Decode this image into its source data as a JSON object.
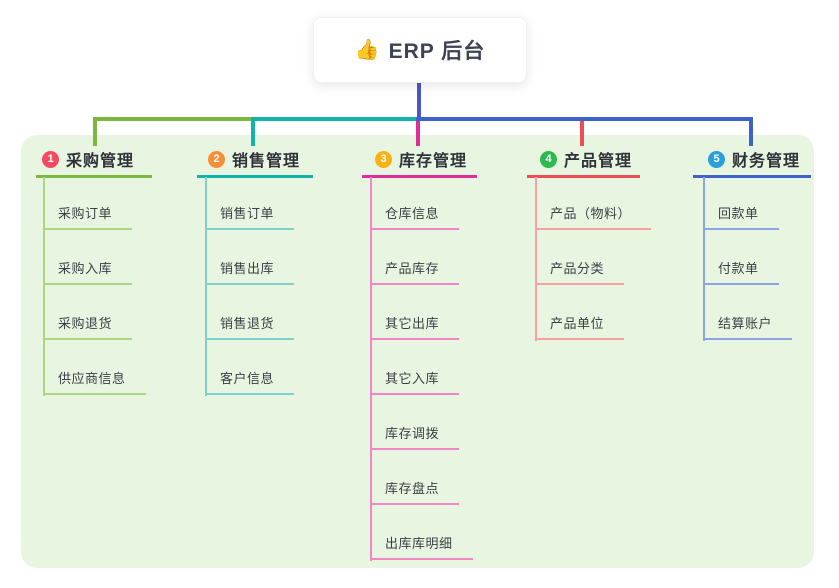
{
  "root": {
    "icon": "👍",
    "title": "ERP 后台"
  },
  "colors": {
    "panel_bg": "#e8f6e1",
    "trunk": "#4a55ce",
    "card_bg": "#ffffff",
    "title_text": "#303239",
    "child_text": "#3b3e45"
  },
  "branches": [
    {
      "number": "1",
      "title": "采购管理",
      "color": "#7cb83e",
      "light_color": "#aed581",
      "badge_color": "#f7495f",
      "children": [
        "采购订单",
        "采购入库",
        "采购退货",
        "供应商信息"
      ]
    },
    {
      "number": "2",
      "title": "销售管理",
      "color": "#11b3ab",
      "light_color": "#7fd0ca",
      "badge_color": "#f98e38",
      "children": [
        "销售订单",
        "销售出库",
        "销售退货",
        "客户信息"
      ]
    },
    {
      "number": "3",
      "title": "库存管理",
      "color": "#e12d9c",
      "light_color": "#f086c5",
      "badge_color": "#f9b113",
      "children": [
        "仓库信息",
        "产品库存",
        "其它出库",
        "其它入库",
        "库存调拨",
        "库存盘点",
        "出库库明细"
      ]
    },
    {
      "number": "4",
      "title": "产品管理",
      "color": "#f24b53",
      "light_color": "#f7a1a4",
      "badge_color": "#2eb850",
      "children": [
        "产品（物料）",
        "产品分类",
        "产品单位"
      ]
    },
    {
      "number": "5",
      "title": "财务管理",
      "color": "#3d62cc",
      "light_color": "#8ca4e2",
      "badge_color": "#29a0dc",
      "children": [
        "回款单",
        "付款单",
        "结算账户"
      ]
    }
  ]
}
